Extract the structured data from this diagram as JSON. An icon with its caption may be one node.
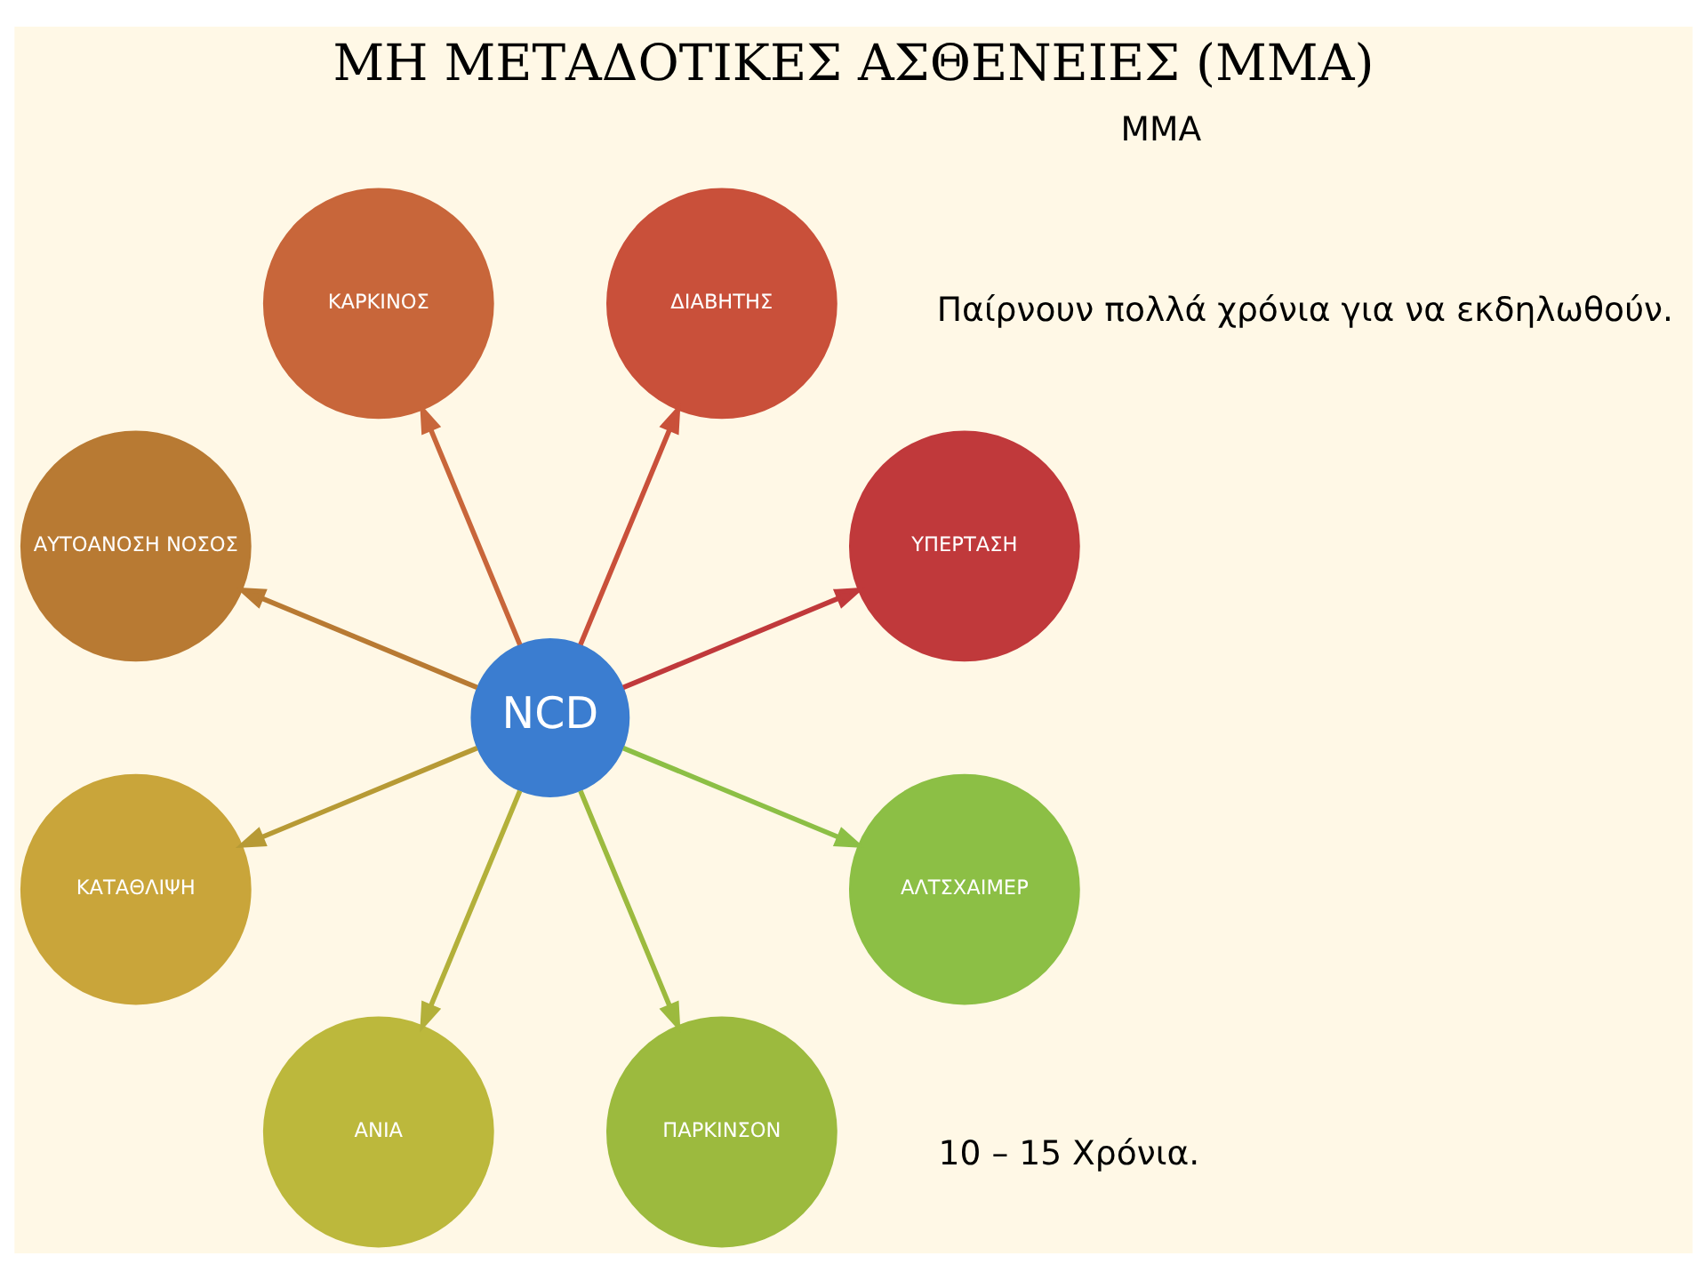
{
  "diagram": {
    "title": "ΜΗ ΜΕΤΑΔΟΤΙΚΕΣ ΑΣΘΕΝΕΙΕΣ (ΜΜΑ)",
    "nodes": [
      {
        "text": [
          "NCD"
        ]
      },
      {
        "text": [
          "ΥΠΕΡΤΑΣΗ"
        ]
      },
      {
        "text": [
          "ΔΙΑΒΗΤΗΣ"
        ]
      },
      {
        "text": [
          "ΚΑΡΚΙΝΟΣ"
        ]
      },
      {
        "text": [
          "ΑΥΤΟΑΝΟΣΗ ΝΟΣΟΣ"
        ]
      },
      {
        "text": [
          "ΚΑΤΑΘΛΙΨΗ"
        ]
      },
      {
        "text": [
          "ΑΝΙΑ"
        ]
      },
      {
        "text": [
          "ΠΑΡΚΙΝΣΟΝ"
        ]
      },
      {
        "text": [
          "ΑΛΤΣΧΑΙΜΕΡ"
        ]
      }
    ],
    "edges": [
      {
        "from": 0,
        "to": 1,
        "arrow": "to",
        "color": "#c0393b"
      },
      {
        "from": 0,
        "to": 2,
        "arrow": "to",
        "color": "#c9503a"
      },
      {
        "from": 0,
        "to": 3,
        "arrow": "to",
        "color": "#c8663a"
      },
      {
        "from": 0,
        "to": 4,
        "arrow": "to",
        "color": "#b87a33"
      },
      {
        "from": 0,
        "to": 5,
        "arrow": "to",
        "color": "#b79a35"
      },
      {
        "from": 0,
        "to": 6,
        "arrow": "to",
        "color": "#b3b03a"
      },
      {
        "from": 0,
        "to": 7,
        "arrow": "to",
        "color": "#9cba3e"
      },
      {
        "from": 0,
        "to": 8,
        "arrow": "to",
        "color": "#8cbf45"
      }
    ],
    "labels": [
      "ΜΜΑ",
      "Παίρνουν πολλά χρόνια για να εκδηλωθούν.",
      "10 – 15 Χρόνια."
    ]
  }
}
